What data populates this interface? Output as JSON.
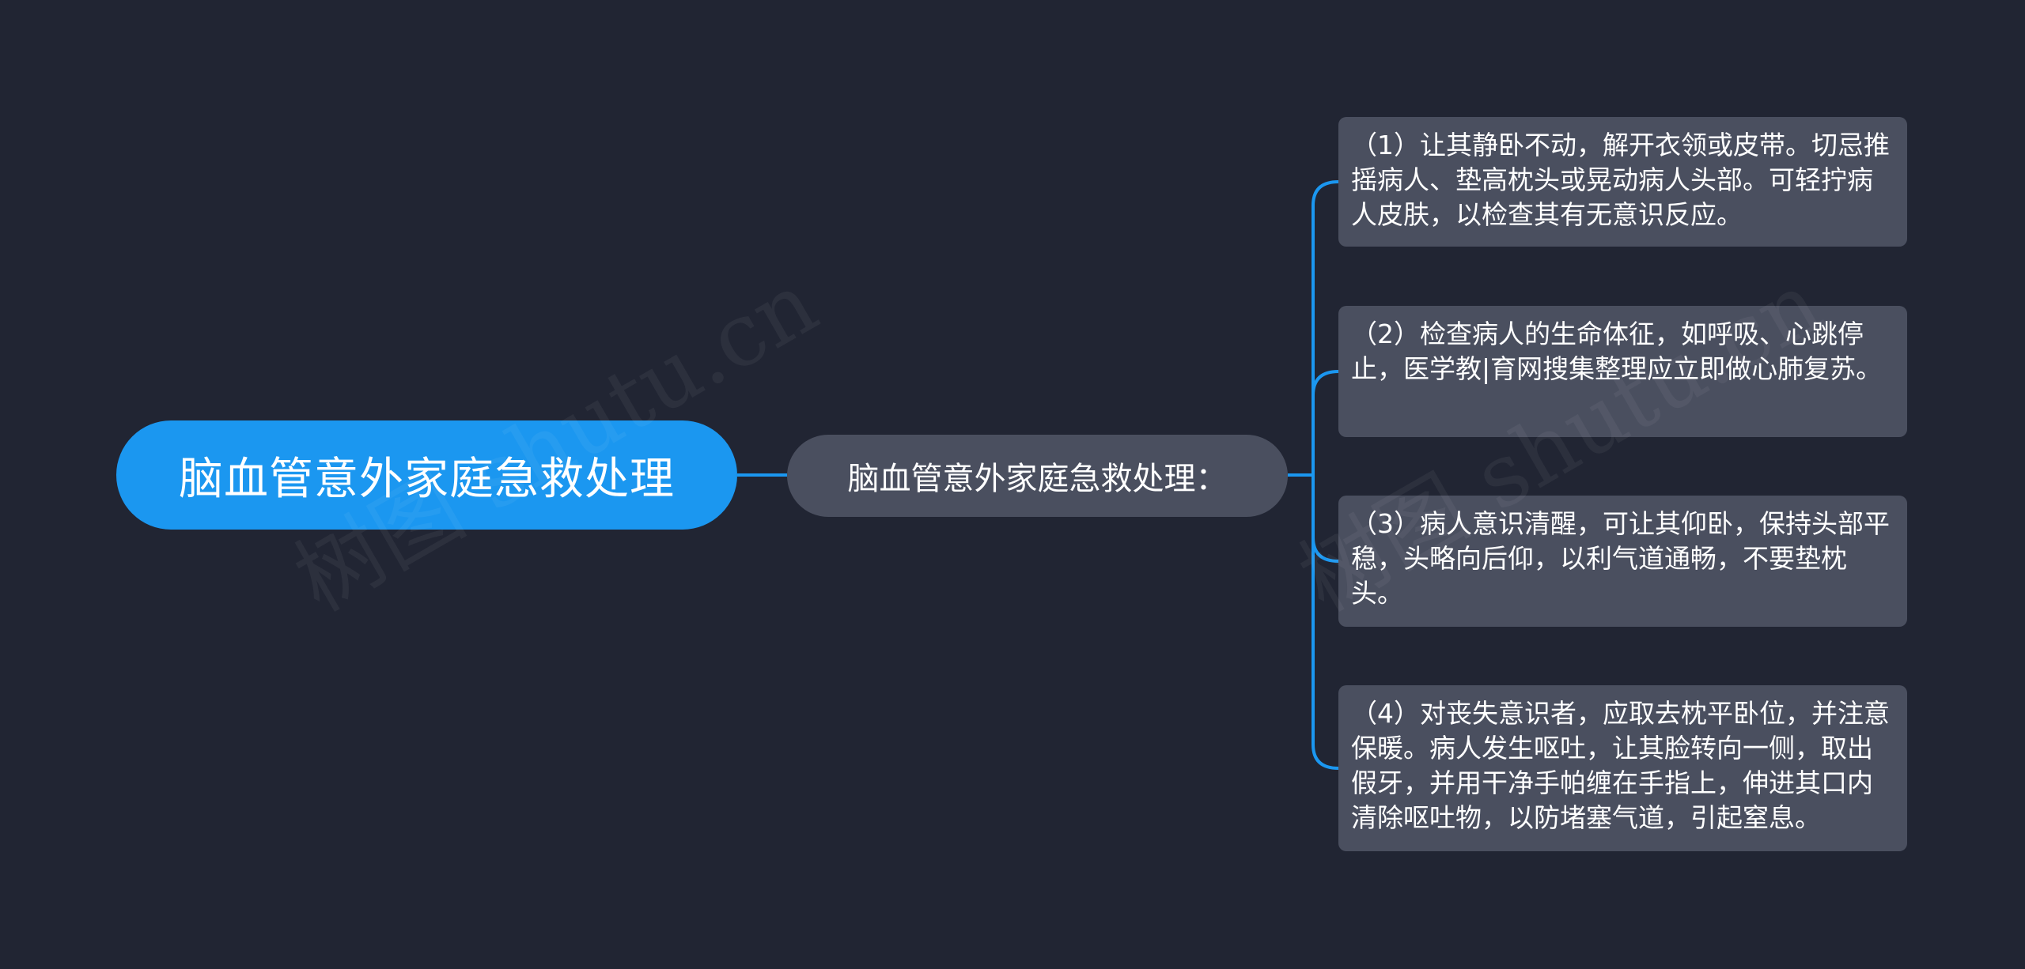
{
  "colors": {
    "background": "#212533",
    "root_fill": "#1b97f0",
    "node_fill": "#4a4f5f",
    "connector": "#1b97f0"
  },
  "root": {
    "label": "脑血管意外家庭急救处理"
  },
  "branch": {
    "label": "脑血管意外家庭急救处理："
  },
  "leaves": [
    {
      "text": "（1）让其静卧不动，解开衣领或皮带。切忌推摇病人、垫高枕头或晃动病人头部。可轻拧病人皮肤，以检查其有无意识反应。"
    },
    {
      "text": "（2）检查病人的生命体征，如呼吸、心跳停止，医学教|育网搜集整理应立即做心肺复苏。"
    },
    {
      "text": "（3）病人意识清醒，可让其仰卧，保持头部平稳，头略向后仰，以利气道通畅，不要垫枕头。"
    },
    {
      "text": "（4）对丧失意识者，应取去枕平卧位，并注意保暖。病人发生呕吐，让其脸转向一侧，取出假牙，并用干净手帕缠在手指上，伸进其口内清除呕吐物，以防堵塞气道，引起窒息。"
    }
  ],
  "watermark": {
    "text": "树图 shutu.cn"
  }
}
